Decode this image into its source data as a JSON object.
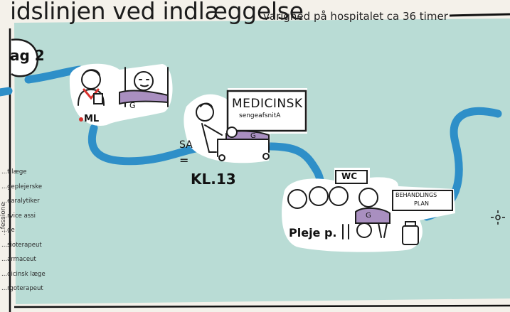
{
  "header": {
    "title": "idslinjen ved indlæggelse",
    "subtitle": "varighed på hospitalet ca 36 timer"
  },
  "day_label": "ag 2",
  "labels": {
    "ml": "ML",
    "g_first": "G",
    "sa": "SA",
    "equals": "=",
    "medicinsk": "MEDICINSK",
    "sengeafsnit": "sengeafsnitA",
    "g_bed": "G",
    "time": "KL.13",
    "wc": "WC",
    "g_group": "G",
    "behandlingsplan_1": "BEHANDLINGS",
    "behandlingsplan_2": "PLAN",
    "pleje": "Pleje p."
  },
  "roles": [
    "...t læge",
    "...geplejerske",
    "...earalytiker",
    "...rvice assi",
    "...ge",
    "...sioterapeut",
    "...armaceut",
    "...dicinsk læge",
    "...rgoterapeut"
  ],
  "side_word": "...fessione",
  "colors": {
    "background": "#b9dcd5",
    "path": "#2e8fc8",
    "ink": "#1c1c1c",
    "accent_red": "#d9322e",
    "accent_purple": "#a98fc0"
  },
  "icons": [
    "doctor-icon",
    "patient-bed-icon",
    "nurse-with-bed-icon",
    "staff-group-icon",
    "medicine-bottle-icon",
    "flower-icon"
  ]
}
